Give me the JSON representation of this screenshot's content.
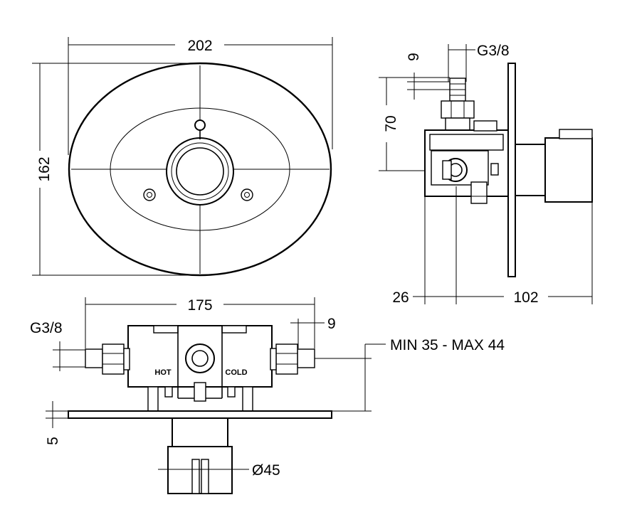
{
  "front_view": {
    "width_dim": "202",
    "height_dim": "162"
  },
  "side_view": {
    "thread_dim": "G3/8",
    "thread_length_dim": "9",
    "height_dim": "70",
    "depth_dim": "26",
    "projection_dim": "102"
  },
  "top_view": {
    "width_dim": "175",
    "thread_dim": "G3/8",
    "thread_length_dim": "9",
    "install_depth_dim": "MIN 35 - MAX 44",
    "plate_dim": "5",
    "diameter_dim": "Ø45",
    "hot_label": "HOT",
    "cold_label": "COLD"
  }
}
